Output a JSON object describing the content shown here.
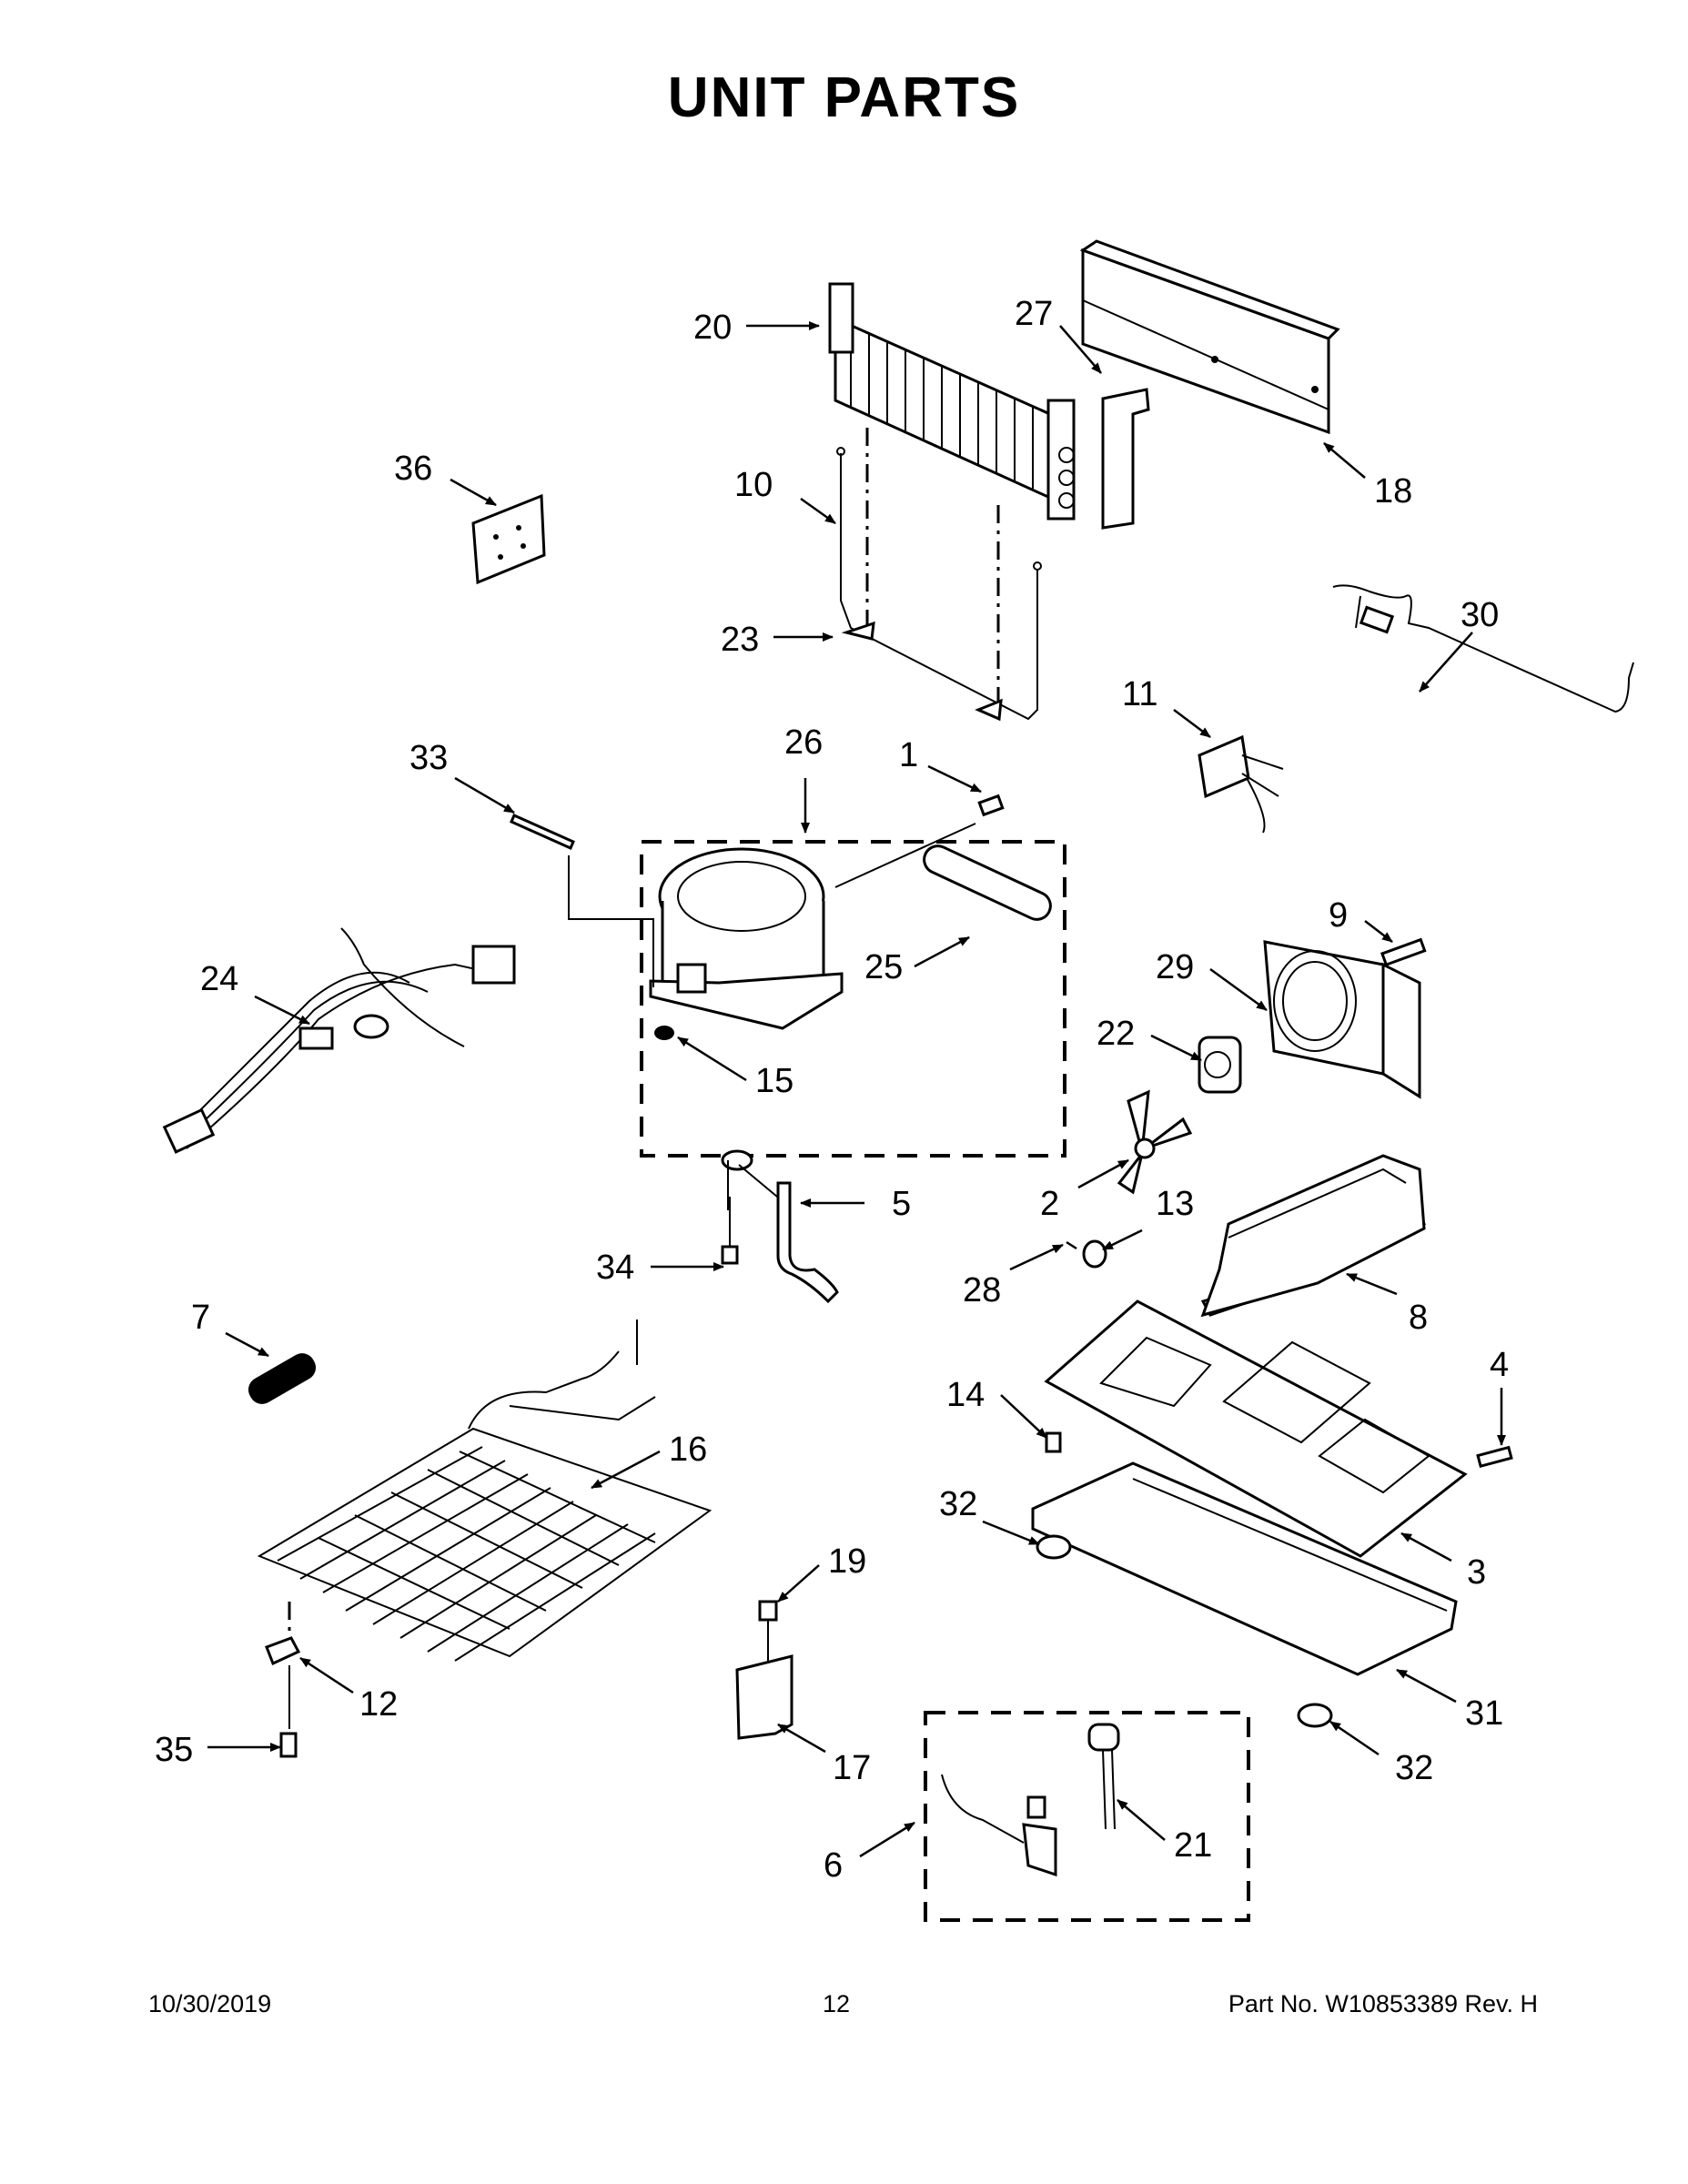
{
  "page": {
    "title": "UNIT PARTS",
    "footer": {
      "date": "10/30/2019",
      "page_number": "12",
      "part_no": "Part No.  W10853389  Rev.  H"
    }
  },
  "callouts": [
    "20",
    "27",
    "18",
    "36",
    "10",
    "30",
    "23",
    "11",
    "33",
    "26",
    "1",
    "9",
    "24",
    "25",
    "29",
    "22",
    "15",
    "5",
    "2",
    "13",
    "34",
    "28",
    "7",
    "8",
    "4",
    "14",
    "16",
    "32",
    "3",
    "19",
    "12",
    "31",
    "35",
    "17",
    "21",
    "6",
    "32"
  ]
}
